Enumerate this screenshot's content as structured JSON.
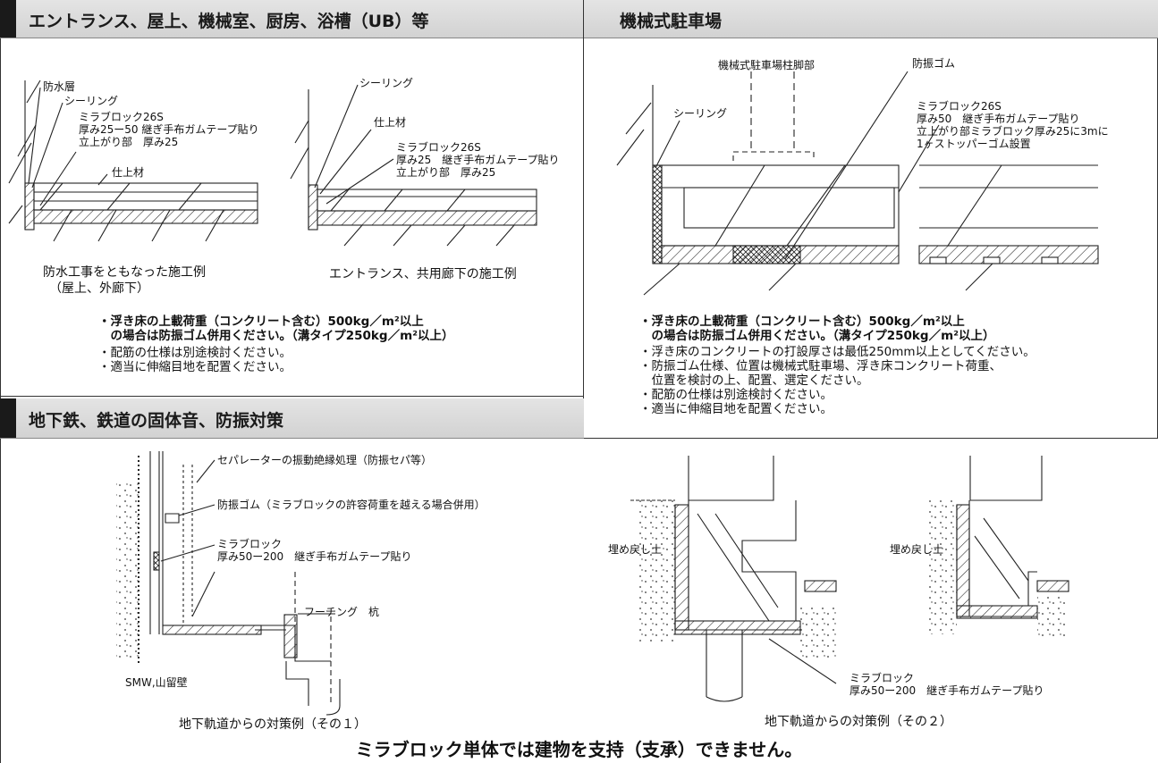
{
  "panels": {
    "top_left": {
      "title": "エントランス、屋上、機械室、厨房、浴槽（UB）等",
      "labels": {
        "waterproof": "防水層",
        "sealing_a": "シーリング",
        "mirablock_a": "ミラブロック26S\n厚み25ー50 継ぎ手布ガムテープ貼り\n立上がり部　厚み25",
        "finish_a": "仕上材",
        "sealing_b": "シーリング",
        "finish_b": "仕上材",
        "mirablock_b": "ミラブロック26S\n厚み25　継ぎ手布ガムテープ貼り\n立上がり部　厚み25"
      },
      "captions": {
        "left": "防水工事をともなった施工例\n　（屋上、外廊下）",
        "right": "エントランス、共用廊下の施工例"
      },
      "notes": [
        {
          "text": "・浮き床の上載荷重（コンクリート含む）500kg／m²以上\n　の場合は防振ゴム併用ください。（溝タイプ250kg／m²以上）",
          "bold": true
        },
        {
          "text": "・配筋の仕様は別途検討ください。\n・適当に伸縮目地を配置ください。",
          "bold": false
        }
      ]
    },
    "top_right": {
      "title": "機械式駐車場",
      "labels": {
        "pillar": "機械式駐車場柱脚部",
        "rubber": "防振ゴム",
        "sealing": "シーリング",
        "mirablock": "ミラブロック26S\n厚み50　継ぎ手布ガムテープ貼り\n立上がり部ミラブロック厚み25に3mに\n1ヶストッパーゴム設置"
      },
      "notes": [
        {
          "text": "・浮き床の上載荷重（コンクリート含む）500kg／m²以上\n　の場合は防振ゴム併用ください。（溝タイプ250kg／m²以上）",
          "bold": true
        },
        {
          "text": "・浮き床のコンクリートの打設厚さは最低250mm以上としてください。\n・防振ゴム仕様、位置は機械式駐車場、浮き床コンクリート荷重、\n　位置を検討の上、配置、選定ください。\n・配筋の仕様は別途検討ください。\n・適当に伸縮目地を配置ください。",
          "bold": false
        }
      ]
    },
    "bottom": {
      "title": "地下鉄、鉄道の固体音、防振対策",
      "labels": {
        "separator": "セパレーターの振動絶縁処理（防振セパ等）",
        "rubber": "防振ゴム（ミラブロックの許容荷重を越える場合併用）",
        "mirablock_a": "ミラブロック\n厚み50ー200　継ぎ手布ガムテープ貼り",
        "footing": "フーチング　杭",
        "smw": "SMW,山留壁",
        "backfill_a": "埋め戻し土",
        "backfill_b": "埋め戻し土",
        "mirablock_b": "ミラブロック\n厚み50ー200　継ぎ手布ガムテープ貼り"
      },
      "captions": {
        "left": "地下軌道からの対策例（その１）",
        "right": "地下軌道からの対策例（その２）"
      },
      "warning": "ミラブロック単体では建物を支持（支承）できません。"
    }
  },
  "colors": {
    "header_bg": "#d9d9d9",
    "header_tab": "#1a1a1a",
    "line": "#222222"
  }
}
